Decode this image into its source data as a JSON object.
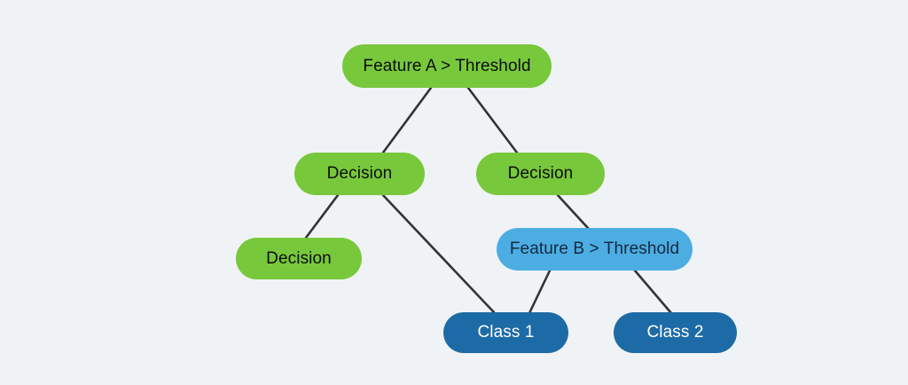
{
  "diagram": {
    "type": "decision-tree",
    "background_color": "#f0f3f5",
    "edge_color": "#333333",
    "colors": {
      "decision_green": "#78c83c",
      "feature_blue": "#4cadE3",
      "class_darkblue": "#1d6ba6",
      "green_text": "#0d0d0d",
      "blue_text": "#14293f",
      "class_text": "#ffffff"
    },
    "nodes": [
      {
        "id": "root",
        "label": "Feature A > Threshold",
        "kind": "feature",
        "level": 0
      },
      {
        "id": "dec-l",
        "label": "Decision",
        "kind": "decision",
        "level": 1
      },
      {
        "id": "dec-r",
        "label": "Decision",
        "kind": "decision",
        "level": 1
      },
      {
        "id": "dec-ll",
        "label": "Decision",
        "kind": "decision",
        "level": 2
      },
      {
        "id": "feature-b",
        "label": "Feature B > Threshold",
        "kind": "feature",
        "level": 2
      },
      {
        "id": "class-1",
        "label": "Class 1",
        "kind": "class",
        "level": 3
      },
      {
        "id": "class-2",
        "label": "Class 2",
        "kind": "class",
        "level": 3
      }
    ],
    "edges": [
      {
        "from": "root",
        "to": "dec-l"
      },
      {
        "from": "root",
        "to": "dec-r"
      },
      {
        "from": "dec-l",
        "to": "dec-ll"
      },
      {
        "from": "dec-l",
        "to": "class-1"
      },
      {
        "from": "dec-r",
        "to": "feature-b"
      },
      {
        "from": "feature-b",
        "to": "class-1"
      },
      {
        "from": "feature-b",
        "to": "class-2"
      }
    ]
  }
}
